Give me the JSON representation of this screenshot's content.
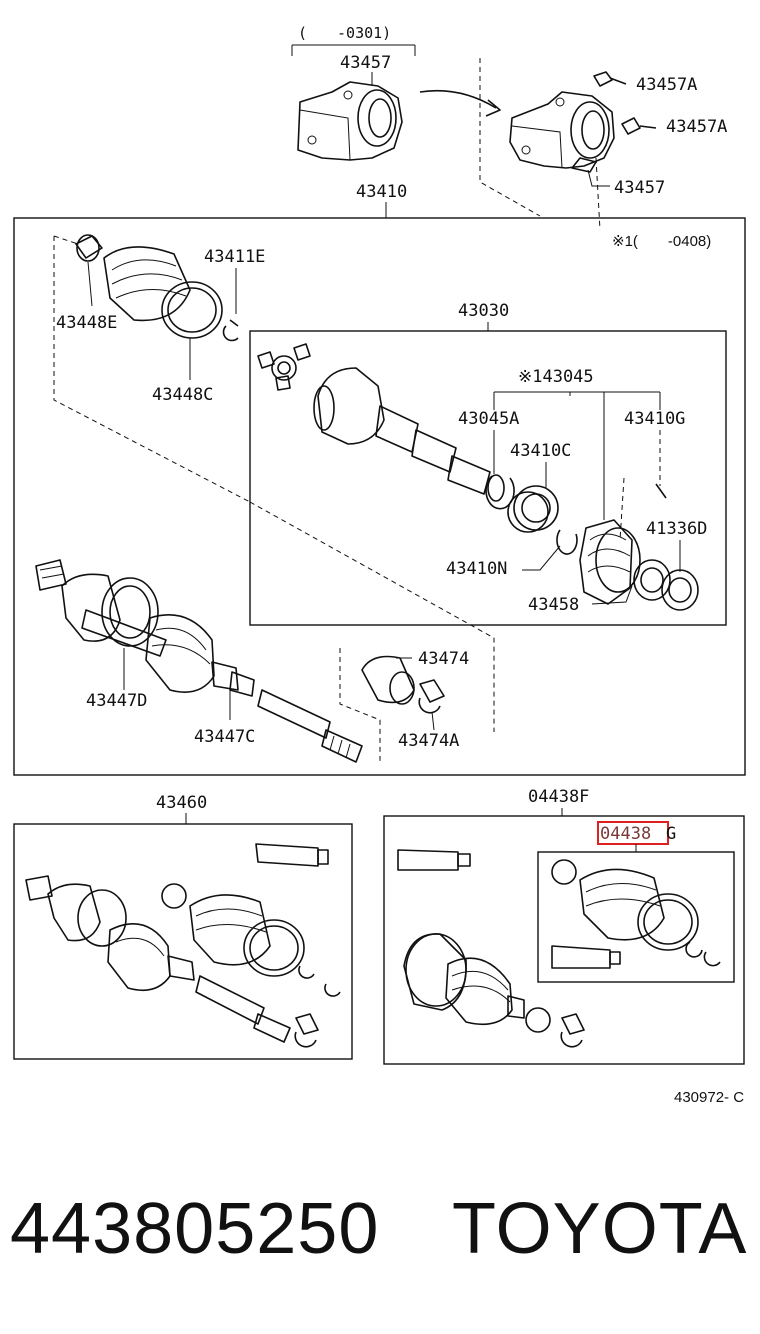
{
  "labels": {
    "range_top": "(　　-0301)",
    "p43457_left": "43457",
    "p43457A_1": "43457A",
    "p43457A_2": "43457A",
    "p43457_right": "43457",
    "p43410": "43410",
    "note_range": "※1(　　-0408)",
    "p43411E": "43411E",
    "p43448E": "43448E",
    "p43448C": "43448C",
    "p43030": "43030",
    "p43045": "※143045",
    "p43045A": "43045A",
    "p43410G": "43410G",
    "p43410C": "43410C",
    "p41336D": "41336D",
    "p43410N": "43410N",
    "p43458": "43458",
    "p43474": "43474",
    "p43474A": "43474A",
    "p43447D": "43447D",
    "p43447C": "43447C",
    "p43460": "43460",
    "p04438F": "04438F",
    "p04438G_main": "04438",
    "p04438G_suffix": "G",
    "figure_code": "430972- C"
  },
  "footer": {
    "part_number": "443805250",
    "brand": "TOYOTA"
  },
  "colors": {
    "highlight": "#e02020",
    "ink": "#111111"
  }
}
